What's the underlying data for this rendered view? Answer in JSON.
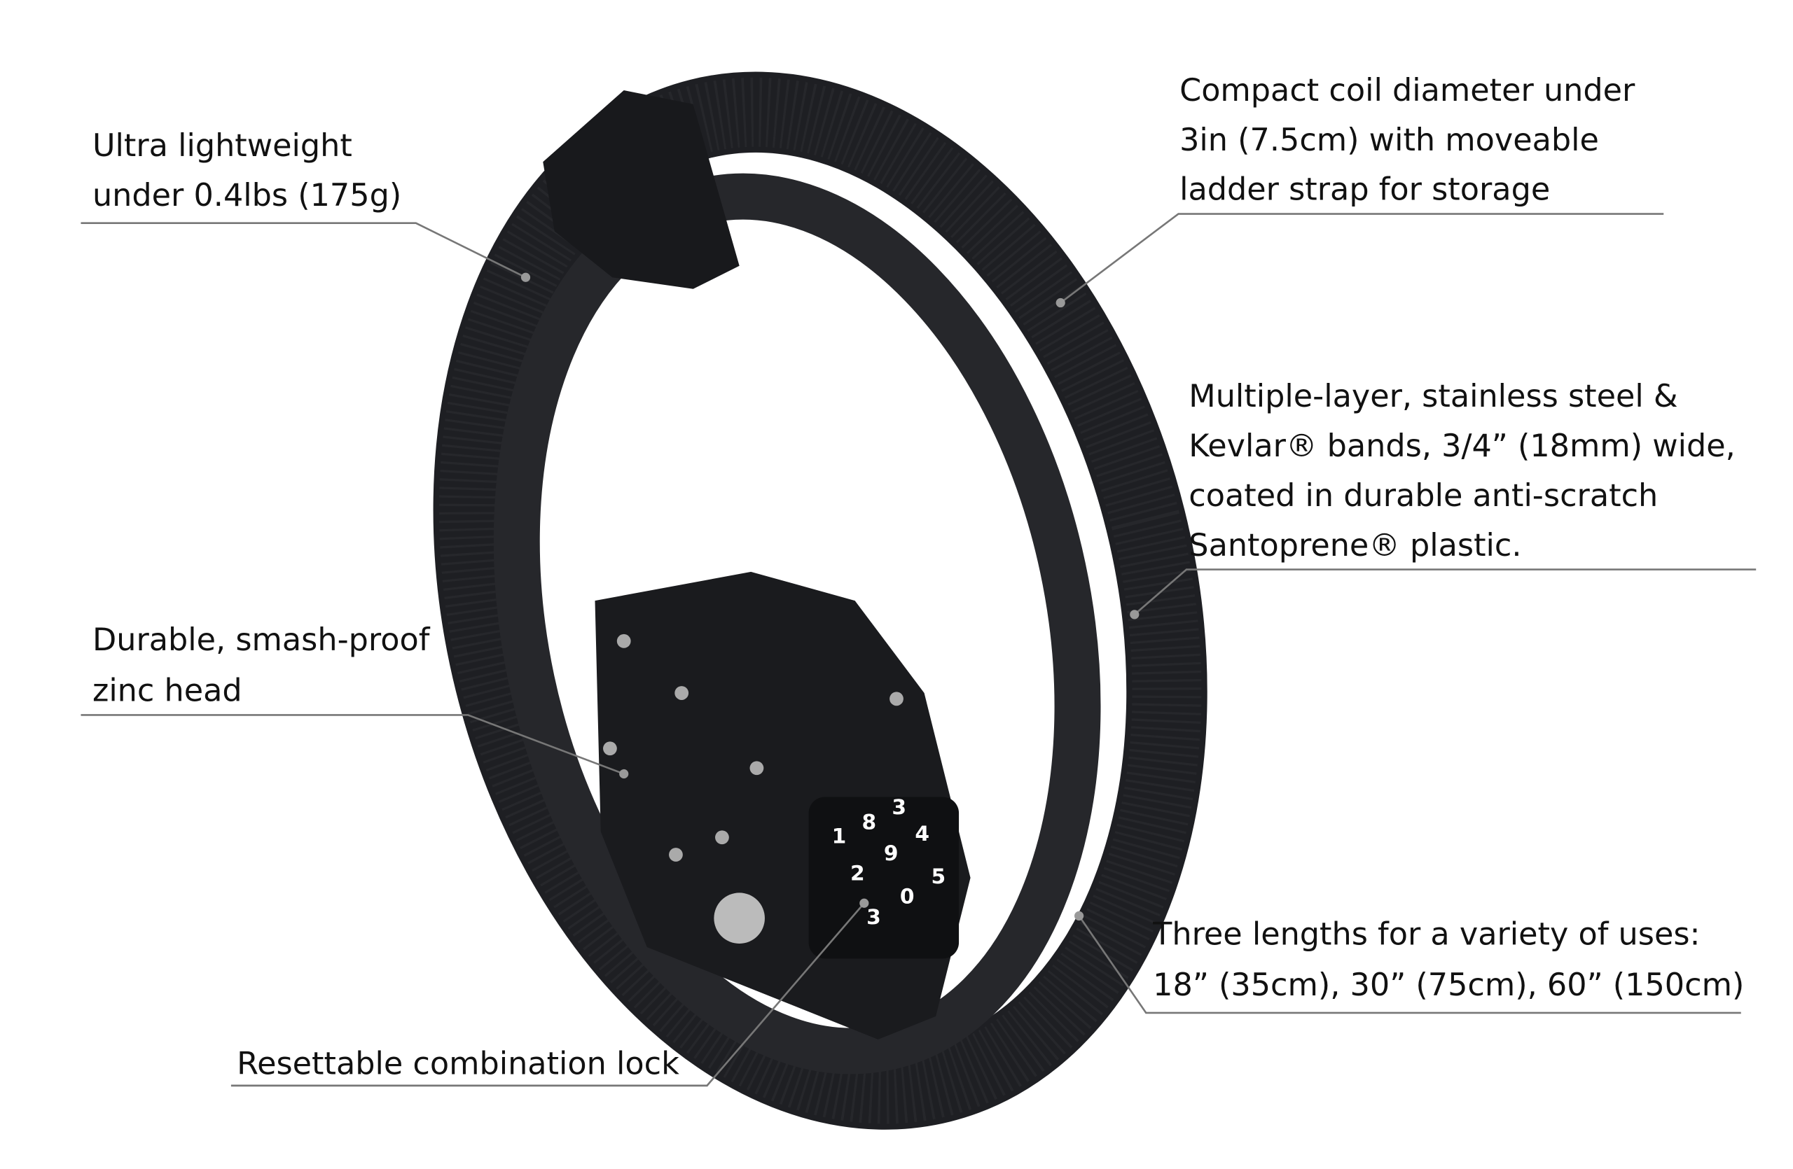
{
  "callouts": {
    "weight": [
      "Ultra lightweight",
      "under 0.4lbs (175g)"
    ],
    "coil": [
      "Compact coil diameter under",
      "3in (7.5cm) with moveable",
      "ladder strap for storage"
    ],
    "bands": [
      "Multiple-layer, stainless steel &",
      "Kevlar® bands, 3/4” (18mm) wide,",
      "coated in durable anti-scratch",
      "Santoprene® plastic."
    ],
    "head": [
      "Durable, smash-proof",
      "zinc head"
    ],
    "lock": [
      "Resettable combination lock"
    ],
    "lengths": [
      "Three lengths for a variety of  uses:",
      "18” (35cm), 30” (75cm), 60” (150cm)"
    ]
  },
  "dial_digits": [
    "1",
    "8",
    "3",
    "2",
    "9",
    "4",
    "3",
    "0",
    "5"
  ],
  "colors": {
    "strap": "#1e1f23",
    "text": "#111111",
    "leader": "#777777"
  }
}
